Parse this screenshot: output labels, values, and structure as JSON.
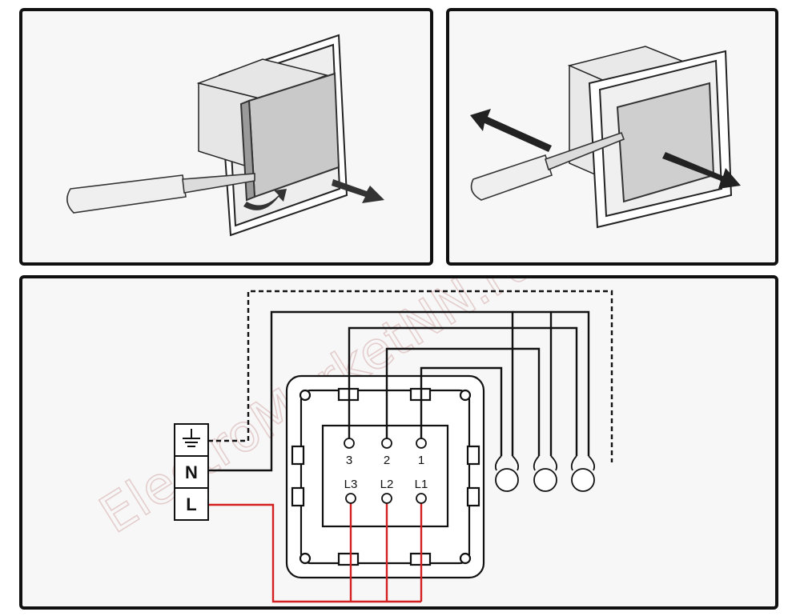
{
  "terminal_block": {
    "ground_symbol": "⏚",
    "neutral_label": "N",
    "live_label": "L"
  },
  "switch_terminals": {
    "outputs": [
      "3",
      "2",
      "1"
    ],
    "inputs": [
      "L3",
      "L2",
      "L1"
    ]
  },
  "lamps": 3,
  "watermark": "ElectroMarketNN.ru",
  "colors": {
    "live_wire": "#d42020",
    "neutral_wire": "#111111",
    "ground_wire": "#111111",
    "frame": "#111111"
  }
}
